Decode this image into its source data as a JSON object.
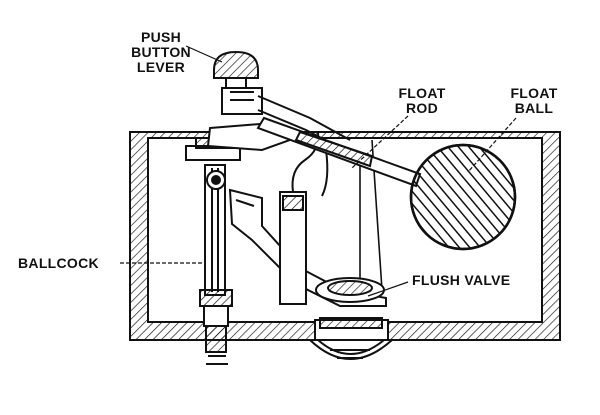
{
  "labels": {
    "push_button_lever": [
      "PUSH",
      "BUTTON",
      "LEVER"
    ],
    "float_rod": [
      "FLOAT",
      "ROD"
    ],
    "float_ball": [
      "FLOAT",
      "BALL"
    ],
    "ballcock": "BALLCOCK",
    "flush_valve": "FLUSH VALVE"
  },
  "colors": {
    "ink": "#111111",
    "paper": "#ffffff"
  }
}
